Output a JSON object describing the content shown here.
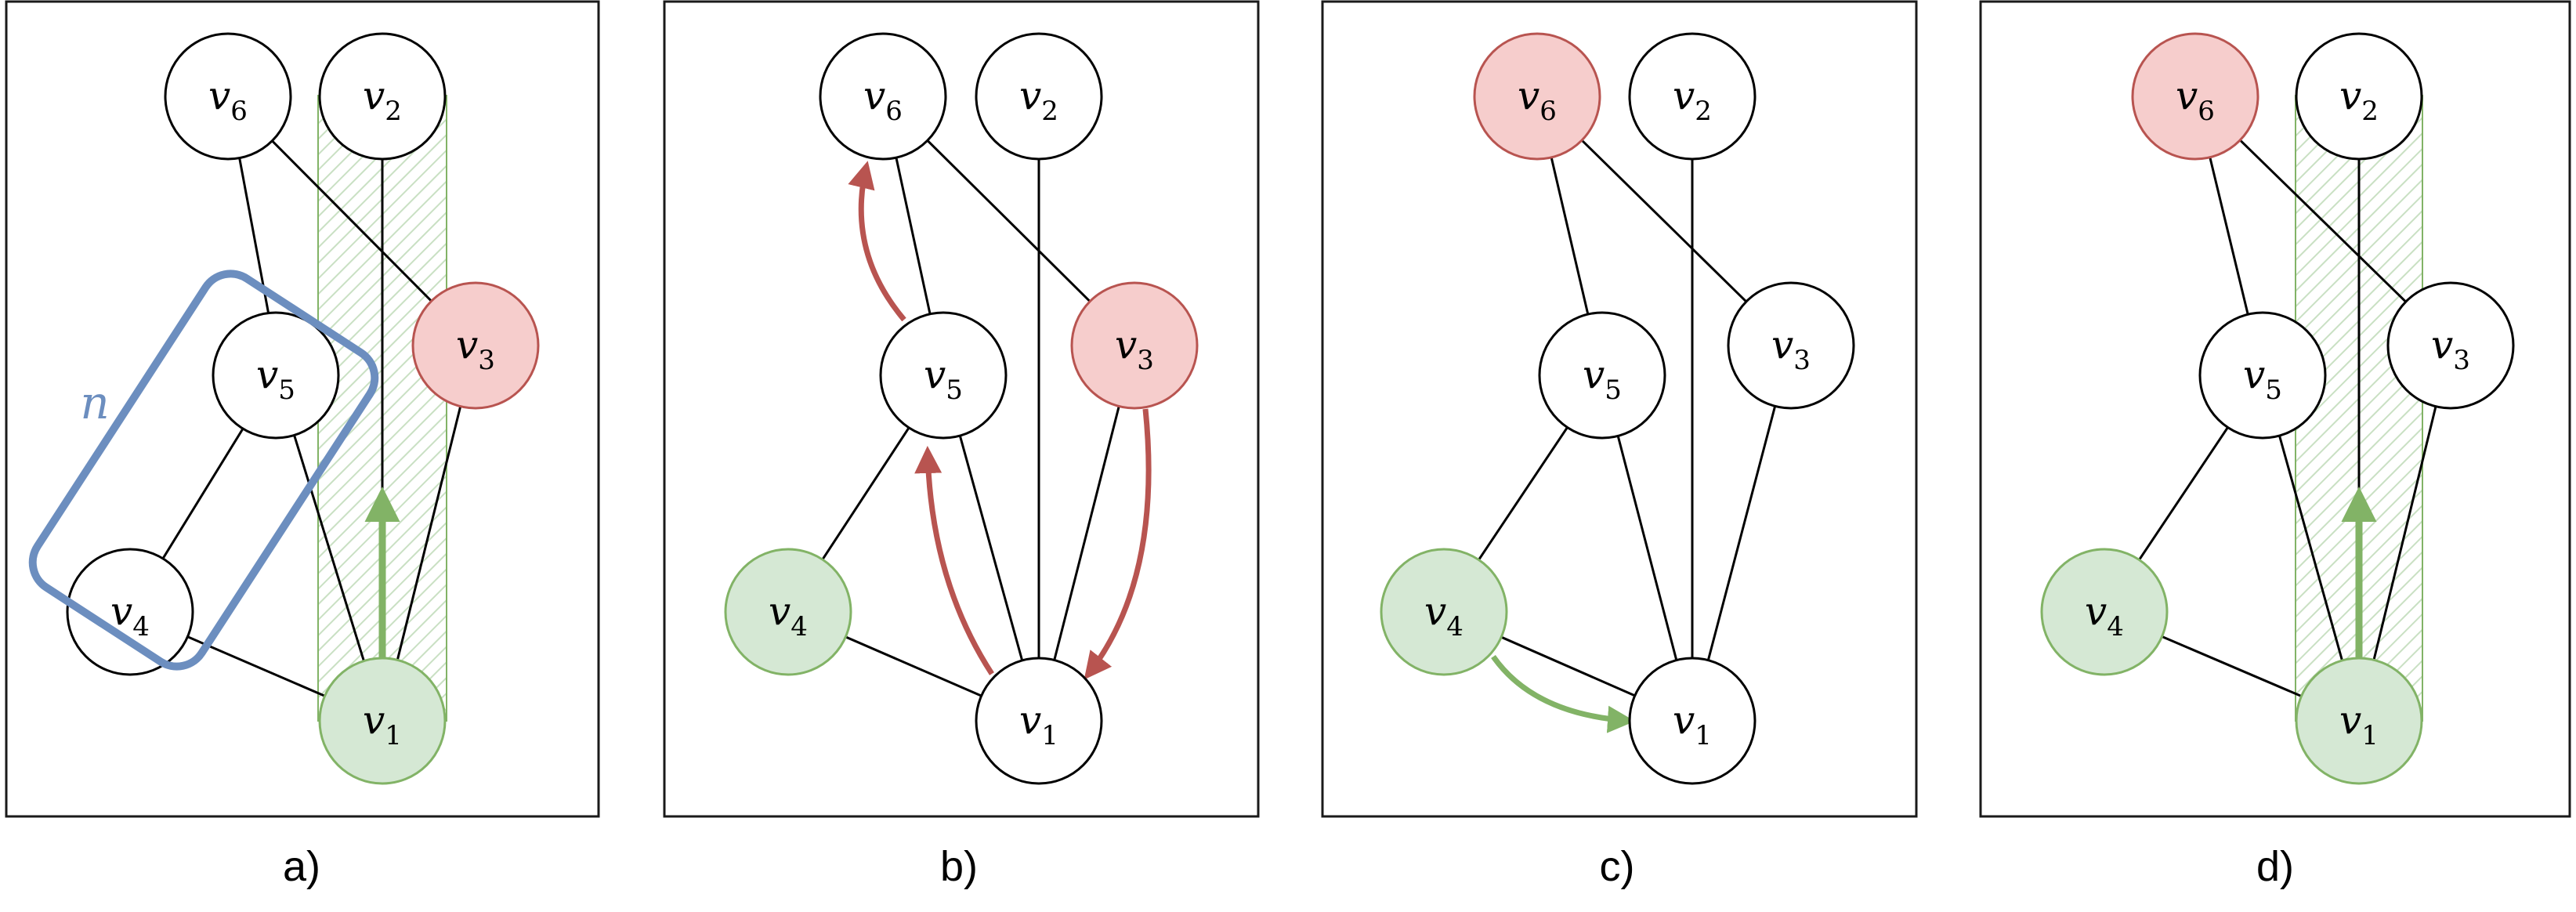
{
  "colors": {
    "red_fill": "#f6cdcc",
    "red_stroke": "#b85450",
    "green_fill": "#d5e8d4",
    "green_stroke": "#82b366",
    "blue": "#6c8ebf",
    "black": "#000000"
  },
  "panels": [
    {
      "caption": "a)",
      "nodes": [
        {
          "id": "v6",
          "label": "v",
          "sub": "6",
          "state": "default"
        },
        {
          "id": "v2",
          "label": "v",
          "sub": "2",
          "state": "default"
        },
        {
          "id": "v5",
          "label": "v",
          "sub": "5",
          "state": "default"
        },
        {
          "id": "v3",
          "label": "v",
          "sub": "3",
          "state": "red"
        },
        {
          "id": "v4",
          "label": "v",
          "sub": "4",
          "state": "default"
        },
        {
          "id": "v1",
          "label": "v",
          "sub": "1",
          "state": "green"
        }
      ],
      "group_label": "n"
    },
    {
      "caption": "b)",
      "nodes": [
        {
          "id": "v6",
          "label": "v",
          "sub": "6",
          "state": "default"
        },
        {
          "id": "v2",
          "label": "v",
          "sub": "2",
          "state": "default"
        },
        {
          "id": "v5",
          "label": "v",
          "sub": "5",
          "state": "default"
        },
        {
          "id": "v3",
          "label": "v",
          "sub": "3",
          "state": "red"
        },
        {
          "id": "v4",
          "label": "v",
          "sub": "4",
          "state": "green"
        },
        {
          "id": "v1",
          "label": "v",
          "sub": "1",
          "state": "default"
        }
      ]
    },
    {
      "caption": "c)",
      "nodes": [
        {
          "id": "v6",
          "label": "v",
          "sub": "6",
          "state": "red"
        },
        {
          "id": "v2",
          "label": "v",
          "sub": "2",
          "state": "default"
        },
        {
          "id": "v5",
          "label": "v",
          "sub": "5",
          "state": "default"
        },
        {
          "id": "v3",
          "label": "v",
          "sub": "3",
          "state": "default"
        },
        {
          "id": "v4",
          "label": "v",
          "sub": "4",
          "state": "green"
        },
        {
          "id": "v1",
          "label": "v",
          "sub": "1",
          "state": "default"
        }
      ]
    },
    {
      "caption": "d)",
      "nodes": [
        {
          "id": "v6",
          "label": "v",
          "sub": "6",
          "state": "red"
        },
        {
          "id": "v2",
          "label": "v",
          "sub": "2",
          "state": "default"
        },
        {
          "id": "v5",
          "label": "v",
          "sub": "5",
          "state": "default"
        },
        {
          "id": "v3",
          "label": "v",
          "sub": "3",
          "state": "default"
        },
        {
          "id": "v4",
          "label": "v",
          "sub": "4",
          "state": "green"
        },
        {
          "id": "v1",
          "label": "v",
          "sub": "1",
          "state": "green"
        }
      ]
    }
  ]
}
